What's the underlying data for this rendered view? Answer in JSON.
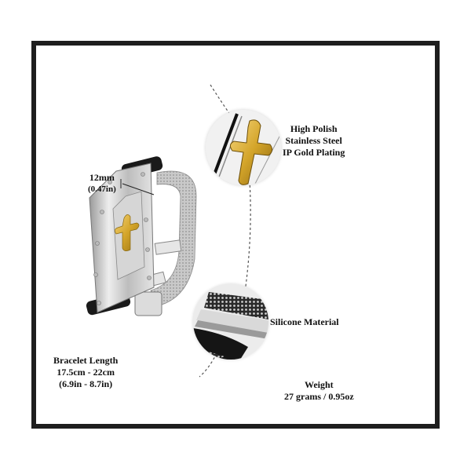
{
  "specs": {
    "material": {
      "lines": [
        "High Polish",
        "Stainless Steel",
        "IP Gold Plating"
      ]
    },
    "width": {
      "metric": "12mm",
      "imperial": "(0.47in)"
    },
    "strap": {
      "label": "Silicone Material"
    },
    "length": {
      "title": "Bracelet Length",
      "metric": "17.5cm - 22cm",
      "imperial": "(6.9in - 8.7in)"
    },
    "weight": {
      "title": "Weight",
      "value": "27 grams / 0.95oz"
    }
  },
  "colors": {
    "frame": "#1e1e1e",
    "gold": "#d4a52a",
    "steel": "#c8c8c8",
    "silicone": "#1a1a1a"
  }
}
